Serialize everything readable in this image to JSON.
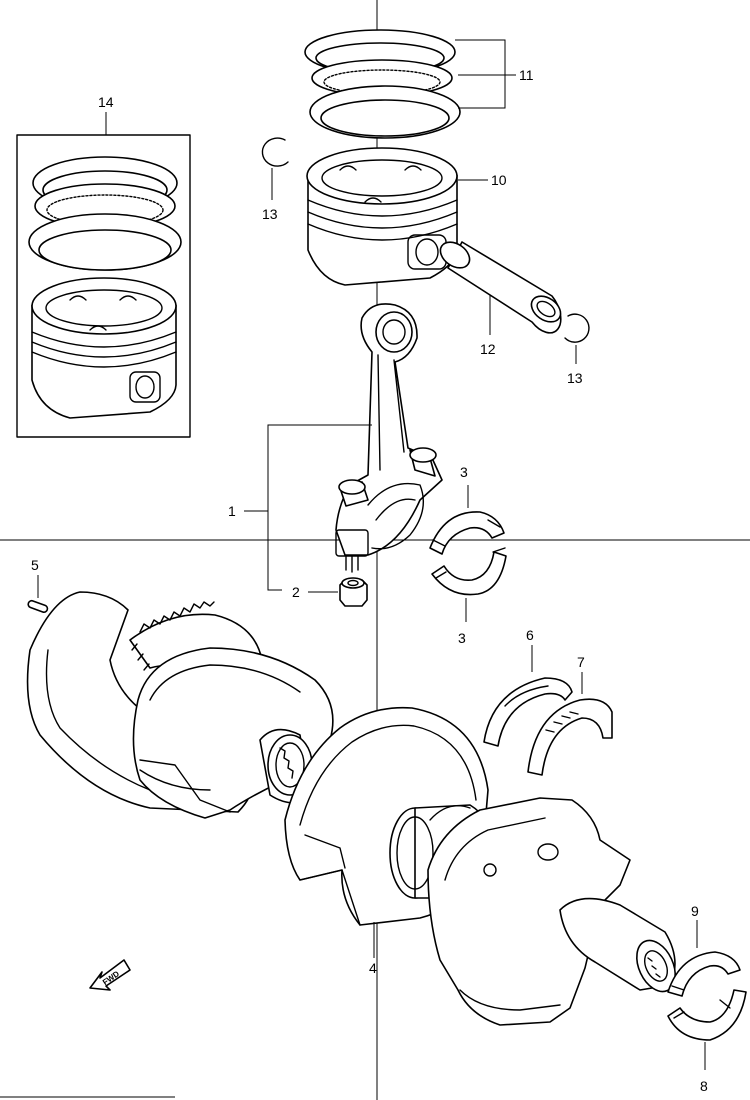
{
  "labels": {
    "p1": "1",
    "p2": "2",
    "p3a": "3",
    "p3b": "3",
    "p4": "4",
    "p5": "5",
    "p6": "6",
    "p7": "7",
    "p8": "8",
    "p9": "9",
    "p10": "10",
    "p11": "11",
    "p12": "12",
    "p13a": "13",
    "p13b": "13",
    "p14": "14"
  },
  "fwd_arrow": "FWD"
}
